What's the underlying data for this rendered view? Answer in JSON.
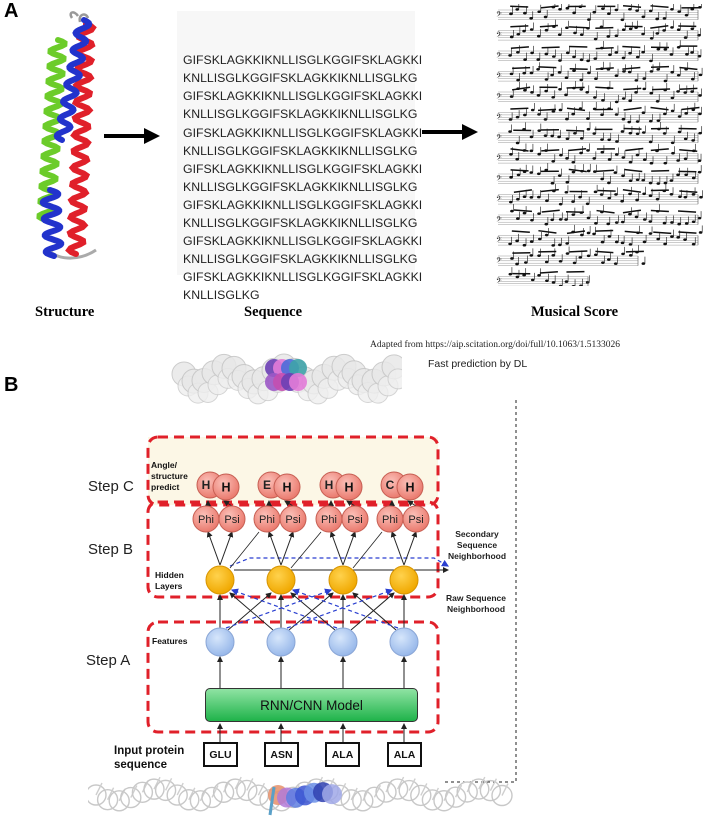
{
  "panel_a": {
    "letter": "A",
    "sequence_lines": [
      "GIFSKLAGKKIKNLLISGLKGGIFSKLAGKKI",
      "KNLLISGLKGGIFSKLAGKKIKNLLISGLKG",
      "GIFSKLAGKKIKNLLISGLKGGIFSKLAGKKI",
      "KNLLISGLKGGIFSKLAGKKIKNLLISGLKG",
      "GIFSKLAGKKIKNLLISGLKGGIFSKLAGKKI",
      "KNLLISGLKGGIFSKLAGKKIKNLLISGLKG",
      "GIFSKLAGKKIKNLLISGLKGGIFSKLAGKKI",
      "KNLLISGLKGGIFSKLAGKKIKNLLISGLKG",
      "GIFSKLAGKKIKNLLISGLKGGIFSKLAGKKI",
      "KNLLISGLKGGIFSKLAGKKIKNLLISGLKG",
      "GIFSKLAGKKIKNLLISGLKGGIFSKLAGKKI",
      "KNLLISGLKGGIFSKLAGKKIKNLLISGLKG",
      "GIFSKLAGKKIKNLLISGLKGGIFSKLAGKKI",
      "KNLLISGLKG"
    ],
    "caption_structure": "Structure",
    "caption_sequence": "Sequence",
    "caption_score": "Musical Score",
    "credit": "Adapted from https://aip.scitation.org/doi/full/10.1063/1.5133026",
    "helix_colors": [
      "#2233cc",
      "#e0202a",
      "#6ccc2a"
    ]
  },
  "panel_b": {
    "letter": "B",
    "fast_prediction": "Fast prediction by DL",
    "step_c": "Step C",
    "step_b": "Step B",
    "step_a": "Step A",
    "angle_label": "Angle/ structure predict",
    "hidden_label": "Hidden Layers",
    "features_label": "Features",
    "secondary_label": "Secondary Sequence Neighborhood",
    "raw_label": "Raw Sequence Neighborhood",
    "model_label": "RNN/CNN Model",
    "input_label": "Input protein sequence",
    "amino_acids": [
      "GLU",
      "ASN",
      "ALA",
      "ALA"
    ],
    "phi": "Phi",
    "psi": "Psi",
    "back_letters": [
      "H",
      "E",
      "H",
      "C"
    ],
    "front_letter": "H",
    "colors": {
      "dash_red": "#e0202a",
      "hidden_node": "#f5b400",
      "feature_node": "#a9c6ef",
      "angle_node": "#f08a80",
      "arrow_blue": "#2a3fd0"
    }
  }
}
